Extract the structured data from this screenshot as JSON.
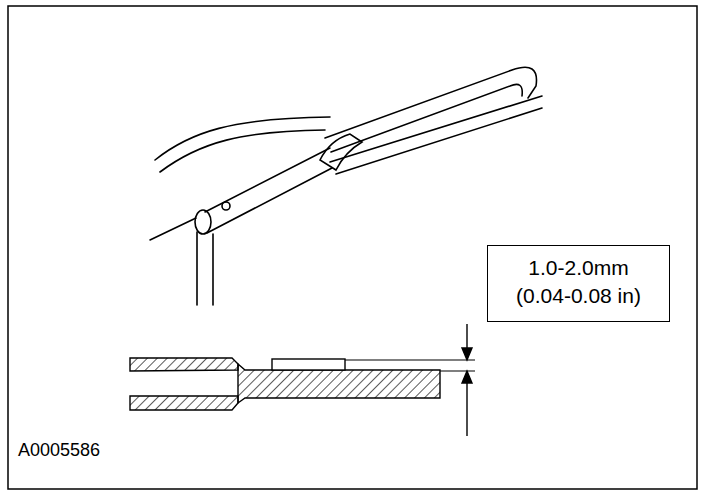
{
  "diagram": {
    "nodes": [
      {
        "text": [
          "1.0-2.0mm",
          "(0.04-0.08 in)"
        ]
      }
    ],
    "labels": [
      "A0005586"
    ]
  }
}
